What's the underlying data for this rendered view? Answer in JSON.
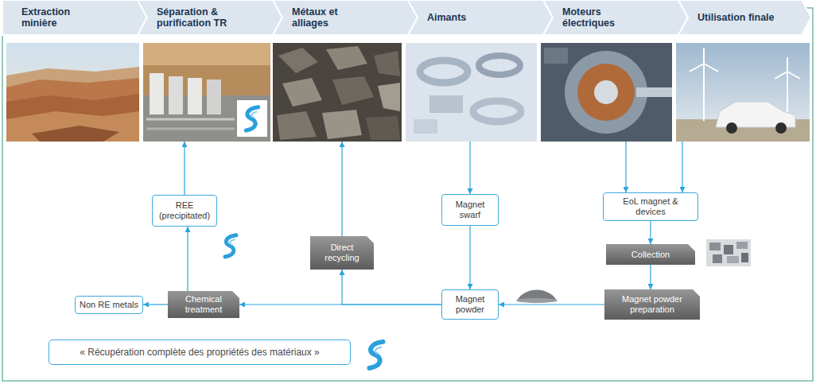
{
  "diagram": {
    "nodes": [
      {
        "text": [
          "Extraction minière"
        ]
      },
      {
        "text": [
          "Séparation & purification TR"
        ]
      },
      {
        "text": [
          "Métaux et alliages"
        ]
      },
      {
        "text": [
          "Aimants"
        ]
      },
      {
        "text": [
          "Moteurs électriques"
        ]
      },
      {
        "text": [
          "Utilisation finale"
        ]
      },
      {
        "text": [
          "Magnet swarf"
        ]
      },
      {
        "text": [
          "EoL magnet & devices"
        ]
      },
      {
        "text": [
          "REE (precipitated)"
        ]
      },
      {
        "text": [
          "Direct recycling"
        ]
      },
      {
        "text": [
          "Collection"
        ]
      },
      {
        "text": [
          "Magnet powder"
        ]
      },
      {
        "text": [
          "Magnet powder preparation"
        ]
      },
      {
        "text": [
          "Non RE metals"
        ]
      },
      {
        "text": [
          "Chemical treatment"
        ]
      },
      {
        "text": [
          "« Récupération complète des propriétés des matériaux »"
        ]
      }
    ],
    "edges": [
      {
        "from": 3,
        "to": 6,
        "arrow": "to"
      },
      {
        "from": 4,
        "to": 7,
        "arrow": "to"
      },
      {
        "from": 5,
        "to": 7,
        "arrow": "to"
      },
      {
        "from": 7,
        "to": 10,
        "arrow": "to"
      },
      {
        "from": 10,
        "to": 12,
        "arrow": "to"
      },
      {
        "from": 12,
        "to": 11,
        "arrow": "to"
      },
      {
        "from": 6,
        "to": 11,
        "arrow": "to"
      },
      {
        "from": 11,
        "to": 14,
        "arrow": "to"
      },
      {
        "from": 11,
        "to": 9,
        "arrow": "to"
      },
      {
        "from": 9,
        "to": 2,
        "arrow": "to"
      },
      {
        "from": 14,
        "to": 8,
        "arrow": "to"
      },
      {
        "from": 8,
        "to": 1,
        "arrow": "to"
      },
      {
        "from": 14,
        "to": 13,
        "arrow": "to"
      }
    ]
  }
}
